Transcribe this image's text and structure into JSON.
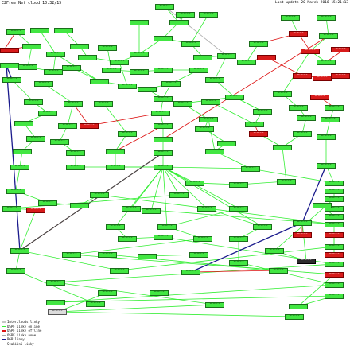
{
  "header": {
    "title": "CZFree.Net cloud 10.32/15",
    "update": "Last update 20 March 2016 15:21:13"
  },
  "legend": [
    {
      "label": "Interclouds linky",
      "color": "#c8c8c8"
    },
    {
      "label": "OSPF linky online",
      "color": "#33ee33"
    },
    {
      "label": "OSPF linky offline",
      "color": "#dd1111"
    },
    {
      "label": "OSPF linky none",
      "color": "#aaaaaa"
    },
    {
      "label": "BGP linky",
      "color": "#1a1a8c"
    },
    {
      "label": "Stabilní linky",
      "color": "#666666"
    }
  ],
  "colors": {
    "ospf_online": "#33ee33",
    "ospf_offline": "#dd1111",
    "bgp": "#1a1a8c",
    "interclouds": "#c8c8c8",
    "stable": "#444444",
    "ospf_none": "#aaaaaa"
  },
  "node_label_ip": "10.32.x.x"
}
